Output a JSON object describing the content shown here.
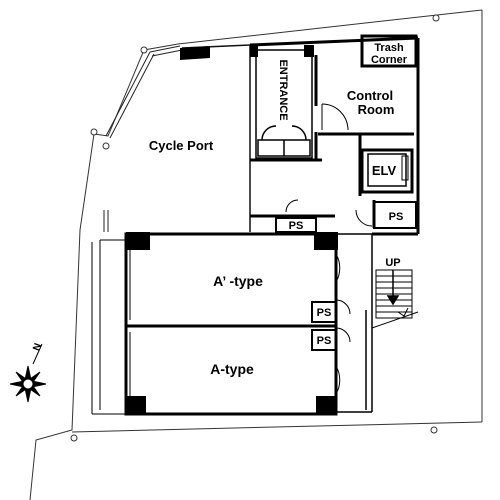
{
  "rooms": {
    "cycle_port": "Cycle Port",
    "entrance": "ENTRANCE",
    "trash_corner_line1": "Trash",
    "trash_corner_line2": "Corner",
    "control_room_line1": "Control",
    "control_room_line2": "Room",
    "elevator": "ELV",
    "ps": "PS",
    "up": "UP",
    "unit_a_prime": "A’ -type",
    "unit_a": "A-type"
  },
  "compass": {
    "north_marker": "N"
  },
  "colors": {
    "wall": "#000000",
    "line": "#222222",
    "background": "#ffffff"
  }
}
